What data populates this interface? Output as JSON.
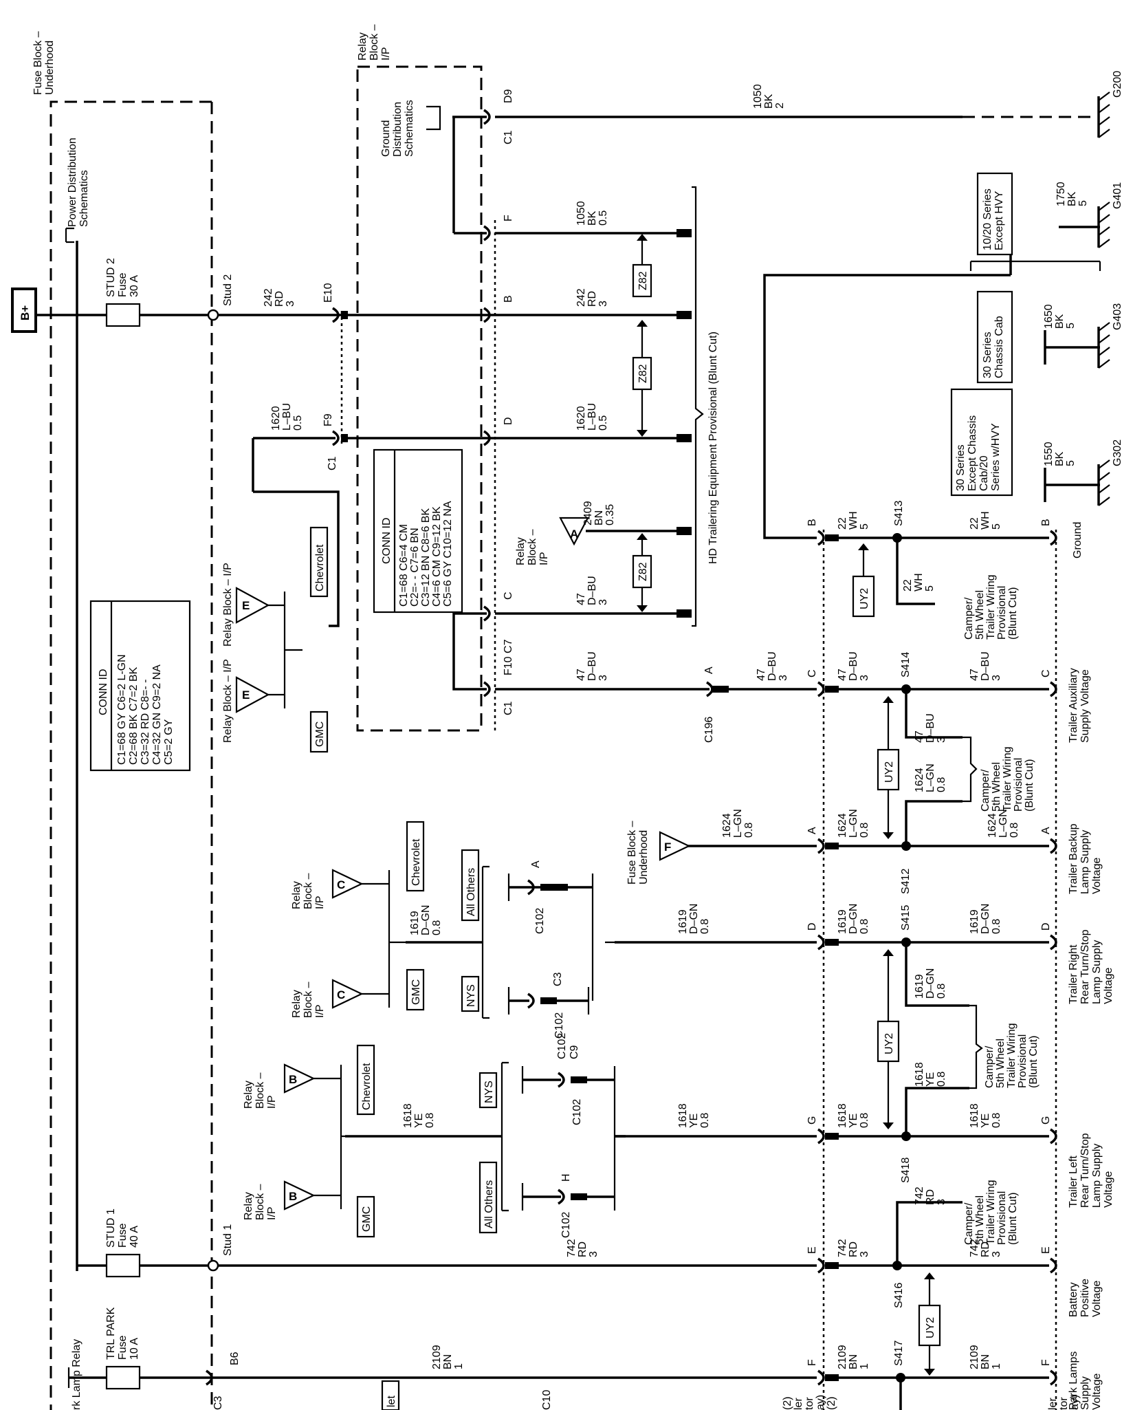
{
  "blocks": {
    "fuse_block_underhood": [
      "Fuse Block –",
      "Underhood"
    ],
    "power_distribution": [
      "Power Distribution",
      "Schematics"
    ],
    "relay_block_ip": [
      "Relay",
      "Block –",
      "I/P"
    ],
    "ground_distribution": [
      "Ground",
      "Distribution",
      "Schematics"
    ],
    "bplus": "B+",
    "hd_trailering": "HD Trailering Equipment Provisional (Blunt Cut)",
    "relay_block_ip_inline": "Relay Block – I/P"
  },
  "fuses": {
    "stud2": [
      "STUD 2",
      "Fuse",
      "30 A"
    ],
    "stud1": [
      "STUD 1",
      "Fuse",
      "40 A"
    ],
    "trl_park": [
      "TRL PARK",
      "Fuse",
      "10 A"
    ],
    "park_lamp_relay": "rk Lamp Relay",
    "stud2_label": "Stud 2",
    "stud1_label": "Stud 1"
  },
  "conn_id_left": {
    "title": "CONN ID",
    "rows": [
      "C1=68 GY  C6=2 L-GN",
      "C2=68 BK  C7=2 BK",
      "C3=32 RD  C8=- -",
      "C4=32 GN  C9=2 NA",
      "C5=2 GY"
    ]
  },
  "conn_id_relay": {
    "title": "CONN ID",
    "rows": [
      "C1=68       C6=4 CM",
      "C2=- -        C7=6 BN",
      "C3=12 BN  C8=6 BK",
      "C4=6 CM   C9=12 BK",
      "C5=6 GY   C10=12 NA"
    ]
  },
  "tags": {
    "chevrolet": "Chevrolet",
    "gmc": "GMC",
    "nys": "NYS",
    "all_others": "All Others",
    "z82": "Z82",
    "uy2": "UY2"
  },
  "triangles": {
    "e": "E",
    "a": "A",
    "c": "C",
    "b": "B",
    "f": "F"
  },
  "wires": {
    "w1050_top": [
      "1050",
      "BK",
      "2"
    ],
    "w1050": [
      "1050",
      "BK",
      "0.5"
    ],
    "w242": [
      "242",
      "RD",
      "3"
    ],
    "w1620": [
      "1620",
      "L–BU",
      "0.5"
    ],
    "w2409": [
      "2409",
      "BN",
      "0.35"
    ],
    "w47": [
      "47",
      "D–BU",
      "3"
    ],
    "w22": [
      "22",
      "WH",
      "5"
    ],
    "w1624": [
      "1624",
      "L–GN",
      "0.8"
    ],
    "w1619": [
      "1619",
      "D–GN",
      "0.8"
    ],
    "w1618": [
      "1618",
      "YE",
      "0.8"
    ],
    "w742": [
      "742",
      "RD",
      "3"
    ],
    "w2109": [
      "2109",
      "BN",
      "1"
    ],
    "w1750": [
      "1750",
      "BK",
      "5"
    ],
    "w1650": [
      "1650",
      "BK",
      "5"
    ],
    "w1550": [
      "1550",
      "BK",
      "5"
    ]
  },
  "connectors": {
    "c1": "C1",
    "c3": "C3",
    "c102": "C102",
    "c196": "C196",
    "c9": "C9",
    "d9": "D9",
    "e10": "E10",
    "f9": "F9",
    "f10c7": "F10  C7",
    "b6": "B6",
    "pin_f": "F",
    "pin_b": "B",
    "pin_d": "D",
    "pin_c": "C",
    "pin_a": "A",
    "pin_g": "G",
    "pin_e": "E",
    "pin_h": "H",
    "c10": "C10"
  },
  "splices": {
    "s413": "S413",
    "s414": "S414",
    "s412": "S412",
    "s415": "S415",
    "s418": "S418",
    "s416": "S416",
    "s417": "S417"
  },
  "grounds": {
    "g200": "G200",
    "g401": "G401",
    "g403": "G403",
    "g302": "G302"
  },
  "ground_notes": {
    "g401": [
      "10/20 Series",
      "Except HVY"
    ],
    "g403": [
      "30 Series",
      "Chassis Cab"
    ],
    "g302": [
      "30 Series",
      "Except Chassis",
      "Cab/20",
      "Series w/HVY"
    ]
  },
  "camper": [
    "Camper/",
    "5th Wheel",
    "Trailer Wiring",
    "Provisional",
    "(Blunt Cut)"
  ],
  "outputs": {
    "ground": "Ground",
    "aux": [
      "Trailer Auxiliary",
      "Supply Voltage"
    ],
    "backup": [
      "Trailer Backup",
      "Lamp Supply",
      "Voltage"
    ],
    "right": [
      "Trailer Right",
      "Rear Turn/Stop",
      "Lamp Supply",
      "Voltage"
    ],
    "left": [
      "Trailer Left",
      "Rear Turn/Stop",
      "Lamp Supply",
      "Voltage"
    ],
    "battery": [
      "Battery",
      "Positive",
      "Voltage"
    ],
    "park": [
      "Park Lamps",
      "Supply",
      "Voltage"
    ]
  },
  "edge_fragments": {
    "mid": [
      "(2)",
      "ler",
      "tor",
      "ay)",
      "(2)"
    ],
    "right": [
      "ler",
      "tor",
      "ay)"
    ],
    "let": "let"
  }
}
